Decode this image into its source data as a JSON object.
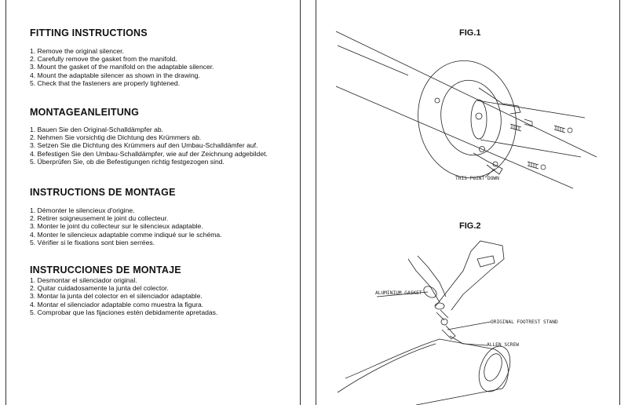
{
  "left_page": {
    "sections": [
      {
        "heading": "FITTING INSTRUCTIONS",
        "steps": [
          "1. Remove the original silencer.",
          "2. Carefully remove the gasket from the manifold.",
          "3. Mount the gasket of the manifold on the adaptable silencer.",
          "4. Mount the adaptable silencer as shown in the drawing.",
          "5. Check that the fasteners are properly tightened."
        ]
      },
      {
        "heading": "MONTAGEANLEITUNG",
        "steps": [
          "1. Bauen Sie den Original-Schalldämpfer ab.",
          "2. Nehmen Sie vorsichtig die Dichtung des Krümmers ab.",
          "3. Setzen Sie die Dichtung des Krümmers auf den Umbau-Schalldämfer auf.",
          "4. Befestigen Sie den Umbau-Schalldämpfer, wie auf der Zeichnung adgebildet.",
          "5. Überprüfen Sie, ob die Befestigungen richtig festgezogen sind."
        ]
      },
      {
        "heading": "INSTRUCTIONS DE MONTAGE",
        "steps": [
          "1. Démonter le silencieux d'origine.",
          "2. Retirer soigneusement le joint du collecteur.",
          "3. Monter le joint du collecteur sur le silencieux adaptable.",
          "4. Monter le silencieux adaptable comme indiqué sur le schéma.",
          "5. Vérifier si le fixations sont bien serrées."
        ]
      },
      {
        "heading": "INSTRUCCIONES DE MONTAJE",
        "steps": [
          "1. Desmontar el silenciador original.",
          "2. Quitar cuidadosamente la junta del colector.",
          "3. Montar la junta del colector en el silenciador adaptable.",
          "4. Montar el silenciador adaptable como muestra la figura.",
          "5. Comprobar que las fijaciones estén debidamente apretadas."
        ]
      }
    ]
  },
  "right_page": {
    "fig1": {
      "title": "FIG.1",
      "callout": "THIS POINT DOWN"
    },
    "fig2": {
      "title": "FIG.2",
      "callouts": {
        "gasket": "ALUMINIUM GASKET",
        "stand": "ORIGINAL FOOTREST STAND",
        "screw": "ALLEN SCREW"
      }
    }
  }
}
